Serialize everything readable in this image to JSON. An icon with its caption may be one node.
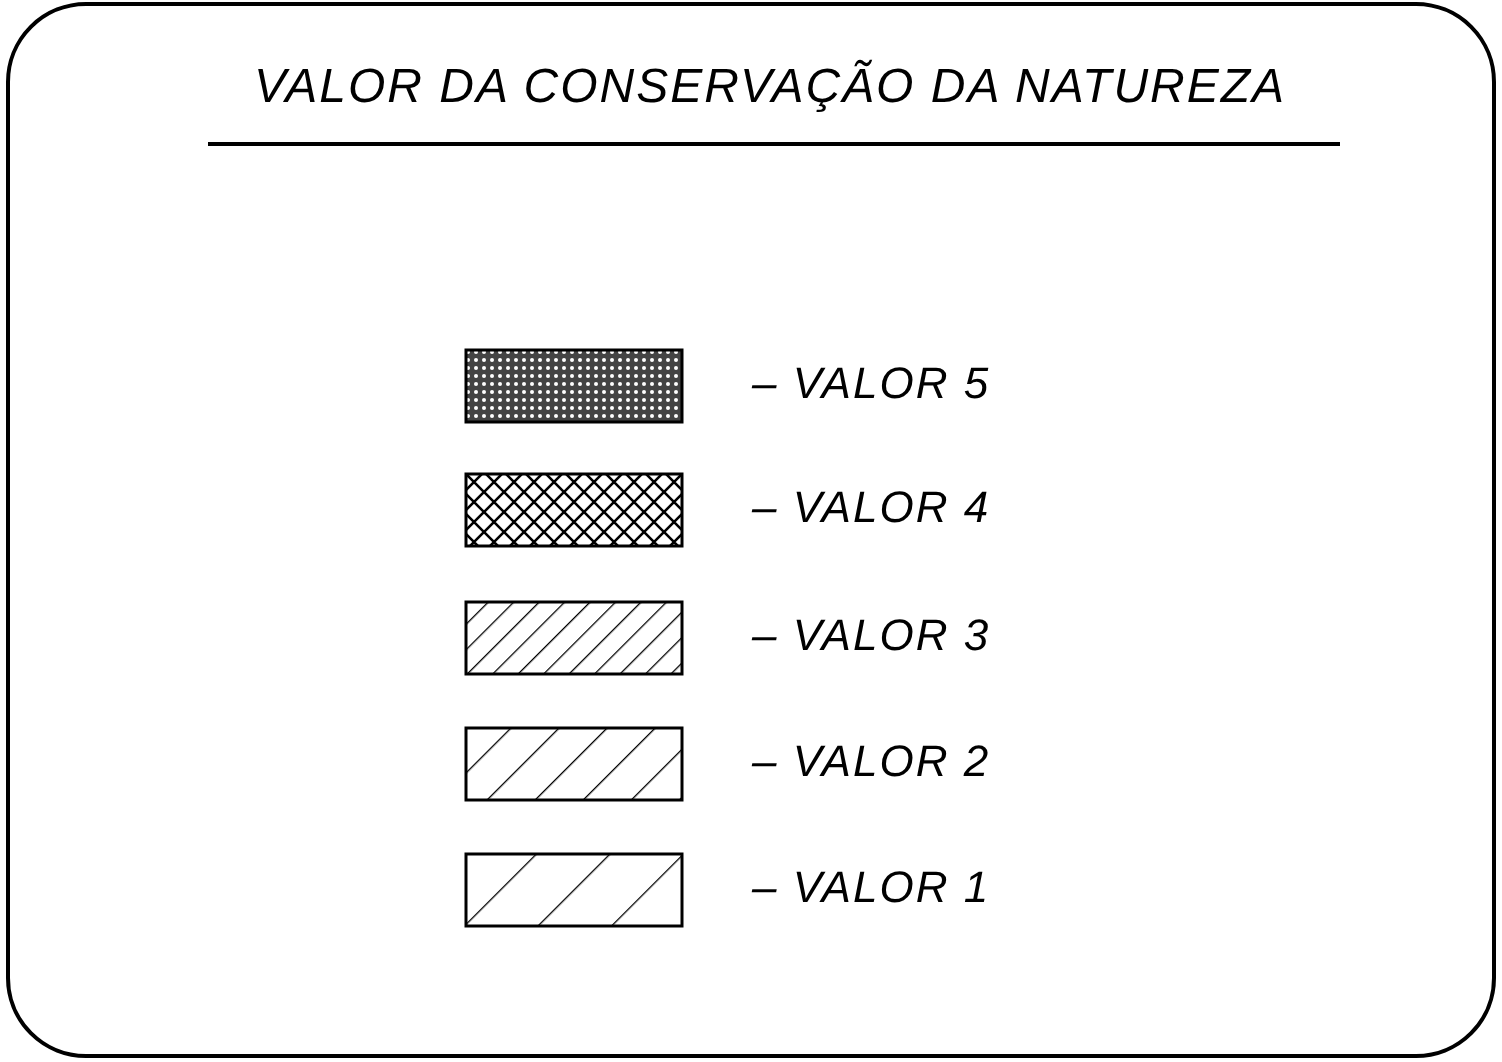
{
  "diagram": {
    "title": "VALOR DA CONSERVAÇÃO DA NATUREZA",
    "legend": [
      {
        "text": "– VALOR 5"
      },
      {
        "text": "– VALOR 4"
      },
      {
        "text": "– VALOR 3"
      },
      {
        "text": "– VALOR 2"
      },
      {
        "text": "– VALOR 1"
      }
    ]
  }
}
